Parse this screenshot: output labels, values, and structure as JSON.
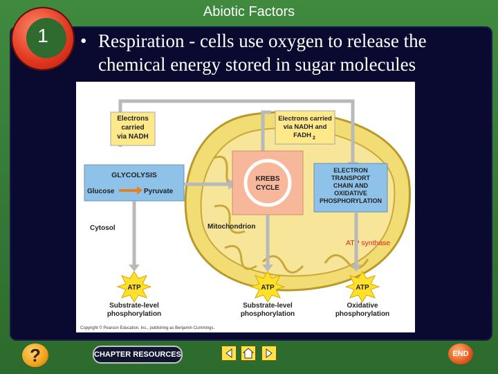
{
  "header": {
    "title": "Abiotic Factors"
  },
  "section": {
    "number": "1"
  },
  "content": {
    "bullet": "•",
    "line1": "Respiration - cells use oxygen to release the",
    "line2": "chemical energy stored in sugar molecules"
  },
  "diagram": {
    "electrons_nadh_l1": "Electrons",
    "electrons_nadh_l2": "carried",
    "electrons_nadh_l3": "via NADH",
    "electrons_fadh_l1": "Electrons carried",
    "electrons_fadh_l2": "via NADH and",
    "electrons_fadh_l3": "FADH",
    "fadh_sub": "2",
    "glycolysis": "GLYCOLYSIS",
    "glucose": "Glucose",
    "pyruvate": "Pyruvate",
    "krebs_l1": "KREBS",
    "krebs_l2": "CYCLE",
    "etc_l1": "ELECTRON",
    "etc_l2": "TRANSPORT",
    "etc_l3": "CHAIN AND",
    "etc_l4": "OXIDATIVE",
    "etc_l5": "PHOSPHORYLATION",
    "cytosol": "Cytosol",
    "mitochondrion": "Mitochondrion",
    "atp_synthase": "ATP  synthase",
    "atp": "ATP",
    "sub1_l1": "Substrate-level",
    "sub1_l2": "phosphorylation",
    "sub2_l1": "Substrate-level",
    "sub2_l2": "phosphorylation",
    "ox_l1": "Oxidative",
    "ox_l2": "phosphorylation",
    "copyright": "Copyright © Pearson Education, Inc., publishing as Benjamin Cummings."
  },
  "footer": {
    "help": "?",
    "resources": "CHAPTER RESOURCES",
    "end": "END"
  },
  "colors": {
    "background_green": "#2f6b2f",
    "panel_navy": "#0a0a30",
    "mito_yellow": "#f2dc74",
    "krebs_salmon": "#f7b79b",
    "box_blue": "#8fc2e8",
    "label_yellow": "#fde98a",
    "atp_burst": "#ffe12a",
    "atp_synthase_red": "#e0241a"
  }
}
